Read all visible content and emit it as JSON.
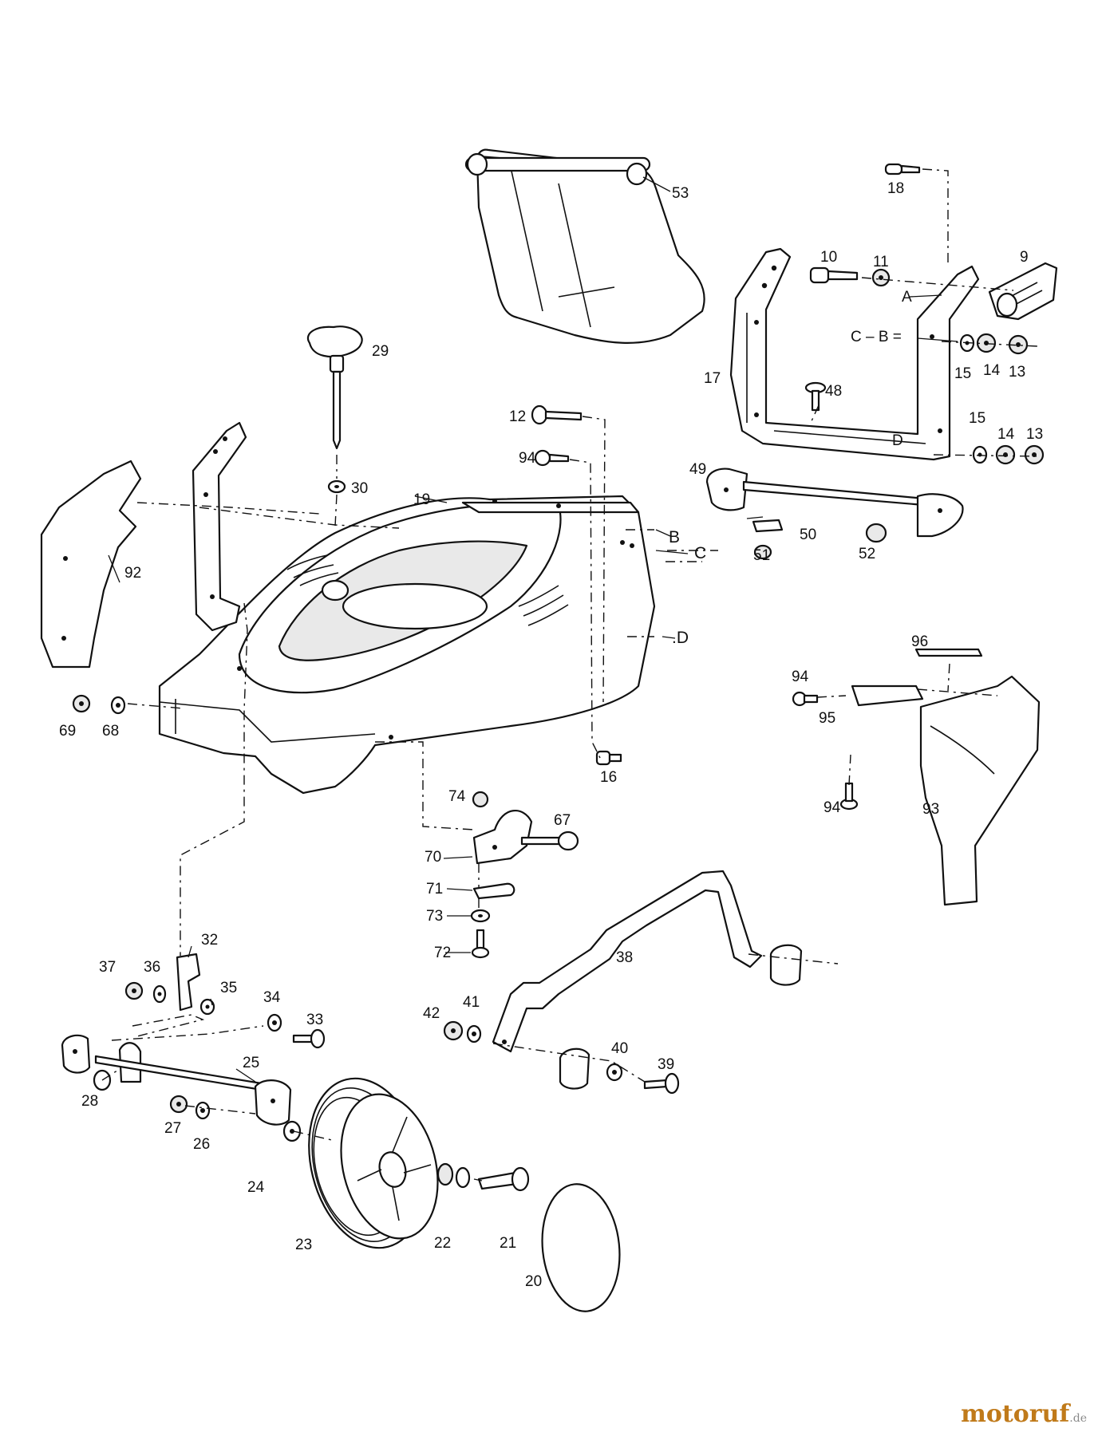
{
  "part_numbers": [
    "9",
    "10",
    "11",
    "12",
    "13",
    "14",
    "15",
    "16",
    "17",
    "18",
    "19",
    "20",
    "21",
    "22",
    "23",
    "24",
    "25",
    "26",
    "27",
    "28",
    "29",
    "30",
    "32",
    "33",
    "34",
    "35",
    "36",
    "37",
    "38",
    "39",
    "40",
    "41",
    "42",
    "48",
    "49",
    "50",
    "51",
    "52",
    "53",
    "67",
    "68",
    "69",
    "70",
    "71",
    "72",
    "73",
    "74",
    "92",
    "93",
    "94",
    "95",
    "96"
  ],
  "labels": {
    "p53": "53",
    "p18": "18",
    "p10": "10",
    "p11": "11",
    "p9": "9",
    "A": "A",
    "CB": "C – B =",
    "p15a": "15",
    "p14a": "14",
    "p13a": "13",
    "p17": "17",
    "p48": "48",
    "p15b": "15",
    "p14b": "14",
    "p13b": "13",
    "D1": "D",
    "p49": "49",
    "p50": "50",
    "p51": "51",
    "p52": "52",
    "p29": "29",
    "p30": "30",
    "p12": "12",
    "p94a": "94",
    "p19": "19",
    "B": "B",
    "C": "C",
    "D2": ".D",
    "p92": "92",
    "p69": "69",
    "p68": "68",
    "p16": "16",
    "p96": "96",
    "p94b": "94",
    "p95": "95",
    "p94c": "94",
    "p93": "93",
    "p74": "74",
    "p67": "67",
    "p70": "70",
    "p71": "71",
    "p73": "73",
    "p72": "72",
    "p32": "32",
    "p37": "37",
    "p36": "36",
    "p35": "35",
    "p34": "34",
    "p33": "33",
    "p38": "38",
    "p42": "42",
    "p41": "41",
    "p40": "40",
    "p39": "39",
    "p25": "25",
    "p28": "28",
    "p27": "27",
    "p26": "26",
    "p24": "24",
    "p23": "23",
    "p22": "22",
    "p21": "21",
    "p20": "20"
  },
  "watermark": {
    "main": "motoruf",
    "tld": ".de"
  },
  "colors": {
    "line": "#111111",
    "background": "#ffffff",
    "watermark": "#c07a1a",
    "watermark_tld": "#8a8a8a"
  }
}
